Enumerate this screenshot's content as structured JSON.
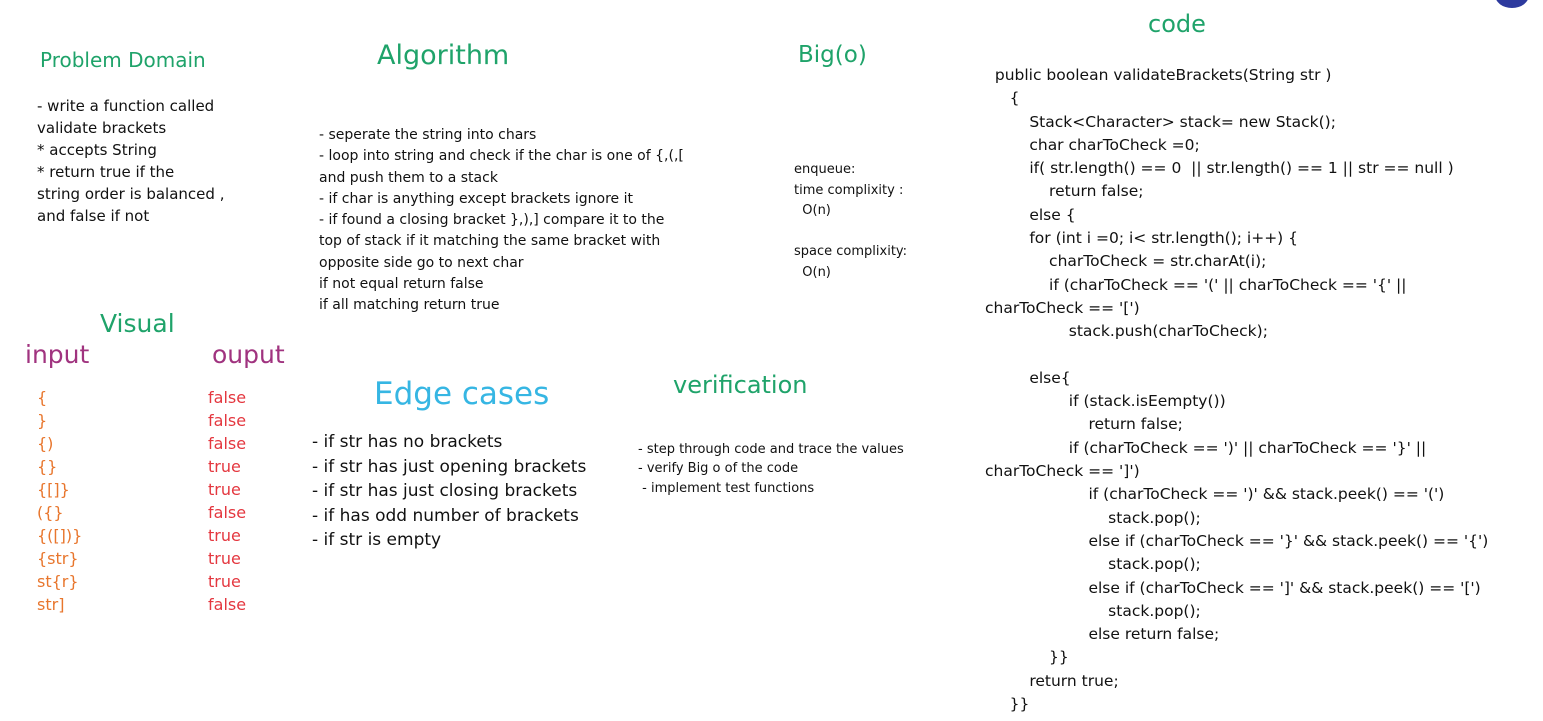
{
  "headings": {
    "problem_domain": "Problem Domain",
    "algorithm": "Algorithm",
    "big_o": "Big(o)",
    "code": "code",
    "visual": "Visual",
    "input": "input",
    "output": "ouput",
    "edge_cases": "Edge cases",
    "verification": "verification"
  },
  "problem_domain_lines": [
    "- write a function called",
    "validate brackets",
    "* accepts String",
    "* return true if the",
    "string order is balanced ,",
    "and false if not"
  ],
  "algorithm_lines": [
    "- seperate the string into chars",
    "- loop into string and check if the char is one of {,(,[",
    "and push them to a stack",
    "- if char is anything except brackets ignore it",
    "- if found a closing bracket },),] compare it to the",
    "top of stack if it matching the same bracket with",
    "opposite side go to next char",
    "if not equal return false",
    " if all matching return true"
  ],
  "big_o_lines": [
    "enqueue:",
    "time complixity :",
    "  O(n)",
    "",
    "space complixity:",
    "  O(n)"
  ],
  "visual_inputs": [
    "{",
    "}",
    "{)",
    "{}",
    "{[]}",
    "({}",
    "{([])}",
    "{str}",
    "st{r}",
    "str]"
  ],
  "visual_outputs": [
    "false",
    "false",
    "false",
    "true",
    "true",
    "false",
    "true",
    "true",
    "true",
    "false"
  ],
  "edge_case_lines": [
    "- if str has no brackets",
    "- if str has just opening brackets",
    "- if str has just closing brackets",
    "- if has odd number of brackets",
    "- if str is empty"
  ],
  "verification_lines": [
    "- step through code and trace the values",
    "- verify Big o of the code",
    " - implement test functions"
  ],
  "code_lines": [
    "  public boolean validateBrackets(String str )",
    "     {",
    "         Stack<Character> stack= new Stack();",
    "         char charToCheck =0;",
    "         if( str.length() == 0  || str.length() == 1 || str == null )",
    "             return false;",
    "         else {",
    "         for (int i =0; i< str.length(); i++) {",
    "             charToCheck = str.charAt(i);",
    "             if (charToCheck == '(' || charToCheck == '{' ||",
    "charToCheck == '[')",
    "                 stack.push(charToCheck);",
    "",
    "         else{",
    "                 if (stack.isEempty())",
    "                     return false;",
    "                 if (charToCheck == ')' || charToCheck == '}' ||",
    "charToCheck == ']')",
    "                     if (charToCheck == ')' && stack.peek() == '(')",
    "                         stack.pop();",
    "                     else if (charToCheck == '}' && stack.peek() == '{')",
    "                         stack.pop();",
    "                     else if (charToCheck == ']' && stack.peek() == '[')",
    "                         stack.pop();",
    "                     else return false;",
    "             }}",
    "         return true;",
    "     }}"
  ]
}
